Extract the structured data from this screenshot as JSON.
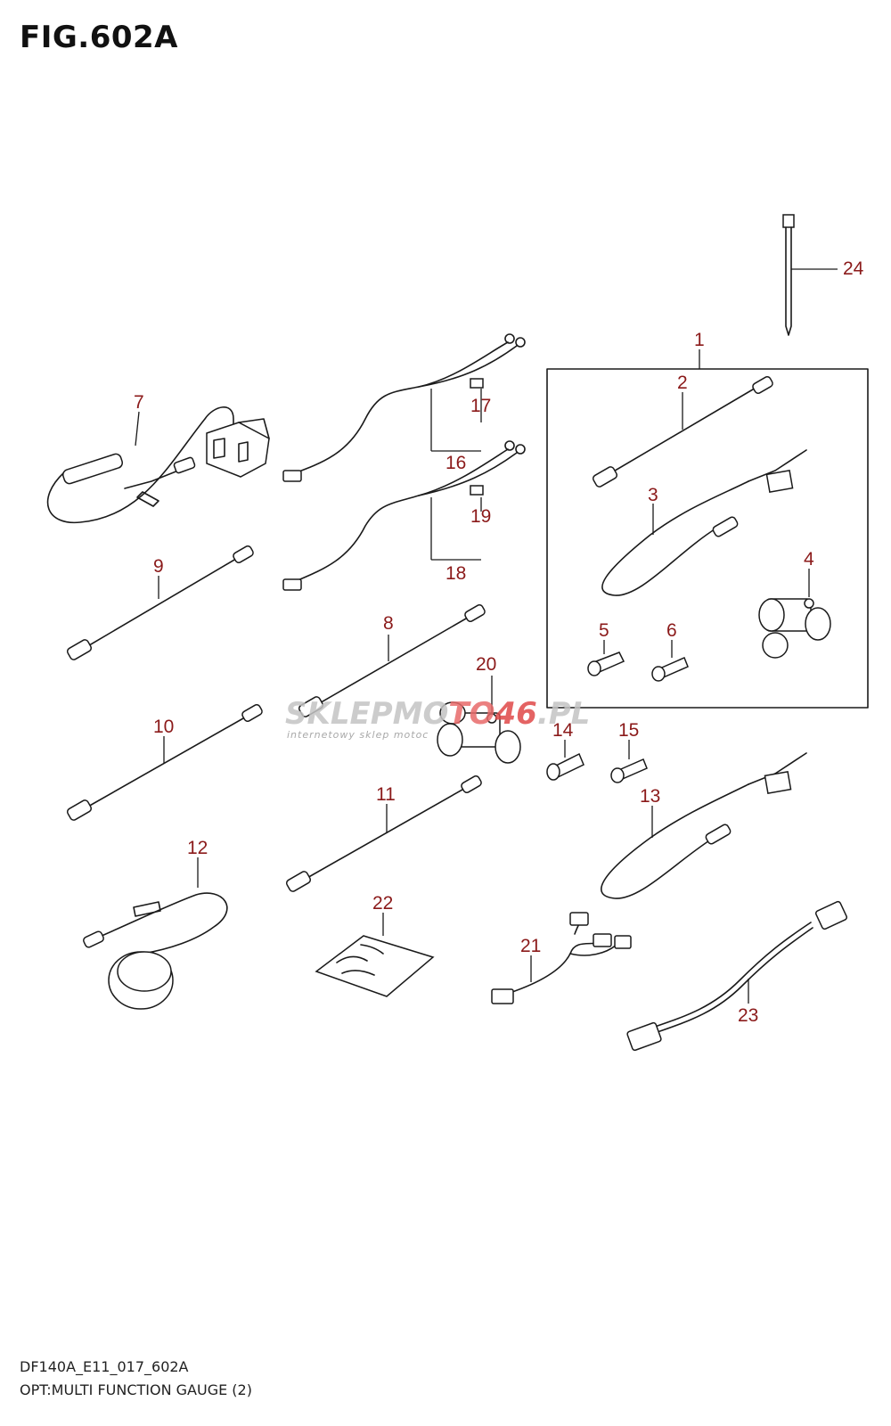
{
  "figure": {
    "title": "FIG.602A",
    "code": "DF140A_E11_017_602A",
    "caption": "OPT:MULTI FUNCTION GAUGE (2)"
  },
  "watermark": {
    "brand_part1": "SKLEPMO",
    "brand_part2": "TO",
    "brand_part3": "46",
    "brand_part4": ".PL",
    "tagline": "internetowy sklep motoc"
  },
  "callouts": {
    "c1": "1",
    "c2": "2",
    "c3": "3",
    "c4": "4",
    "c5": "5",
    "c6": "6",
    "c7": "7",
    "c8": "8",
    "c9": "9",
    "c10": "10",
    "c11": "11",
    "c12": "12",
    "c13": "13",
    "c14": "14",
    "c15": "15",
    "c16": "16",
    "c17": "17",
    "c18": "18",
    "c19": "19",
    "c20": "20",
    "c21": "21",
    "c22": "22",
    "c23": "23",
    "c24": "24"
  },
  "colors": {
    "callout": "#8b1a1a",
    "line": "#1a1a1a",
    "watermark_grey": "#b9b9b9",
    "watermark_red": "#e04848"
  }
}
